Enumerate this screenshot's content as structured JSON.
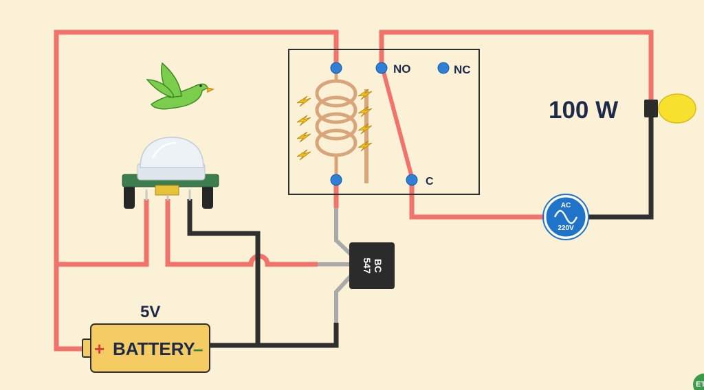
{
  "relay": {
    "no_label": "NO",
    "nc_label": "NC",
    "c_label": "C"
  },
  "transistor": {
    "line1": "BC",
    "line2": "547"
  },
  "lamp": {
    "power_label": "100 W"
  },
  "ac_source": {
    "line1": "AC",
    "line2": "220V"
  },
  "battery": {
    "voltage_label": "5V",
    "label": "BATTERY",
    "plus": "+",
    "minus": "–"
  },
  "corner_logo": "ET",
  "colors": {
    "background": "#fbf1d6",
    "red_wire": "#f2736b",
    "black_wire": "#2f2f2f",
    "grey_wire": "#a9a9a9",
    "terminal": "#2f7fd6",
    "coil": "#d9a57a",
    "battery_fill": "#f5cc63",
    "bulb": "#f7e02e",
    "text": "#1d2a4a",
    "bird": "#7ccd4d"
  }
}
